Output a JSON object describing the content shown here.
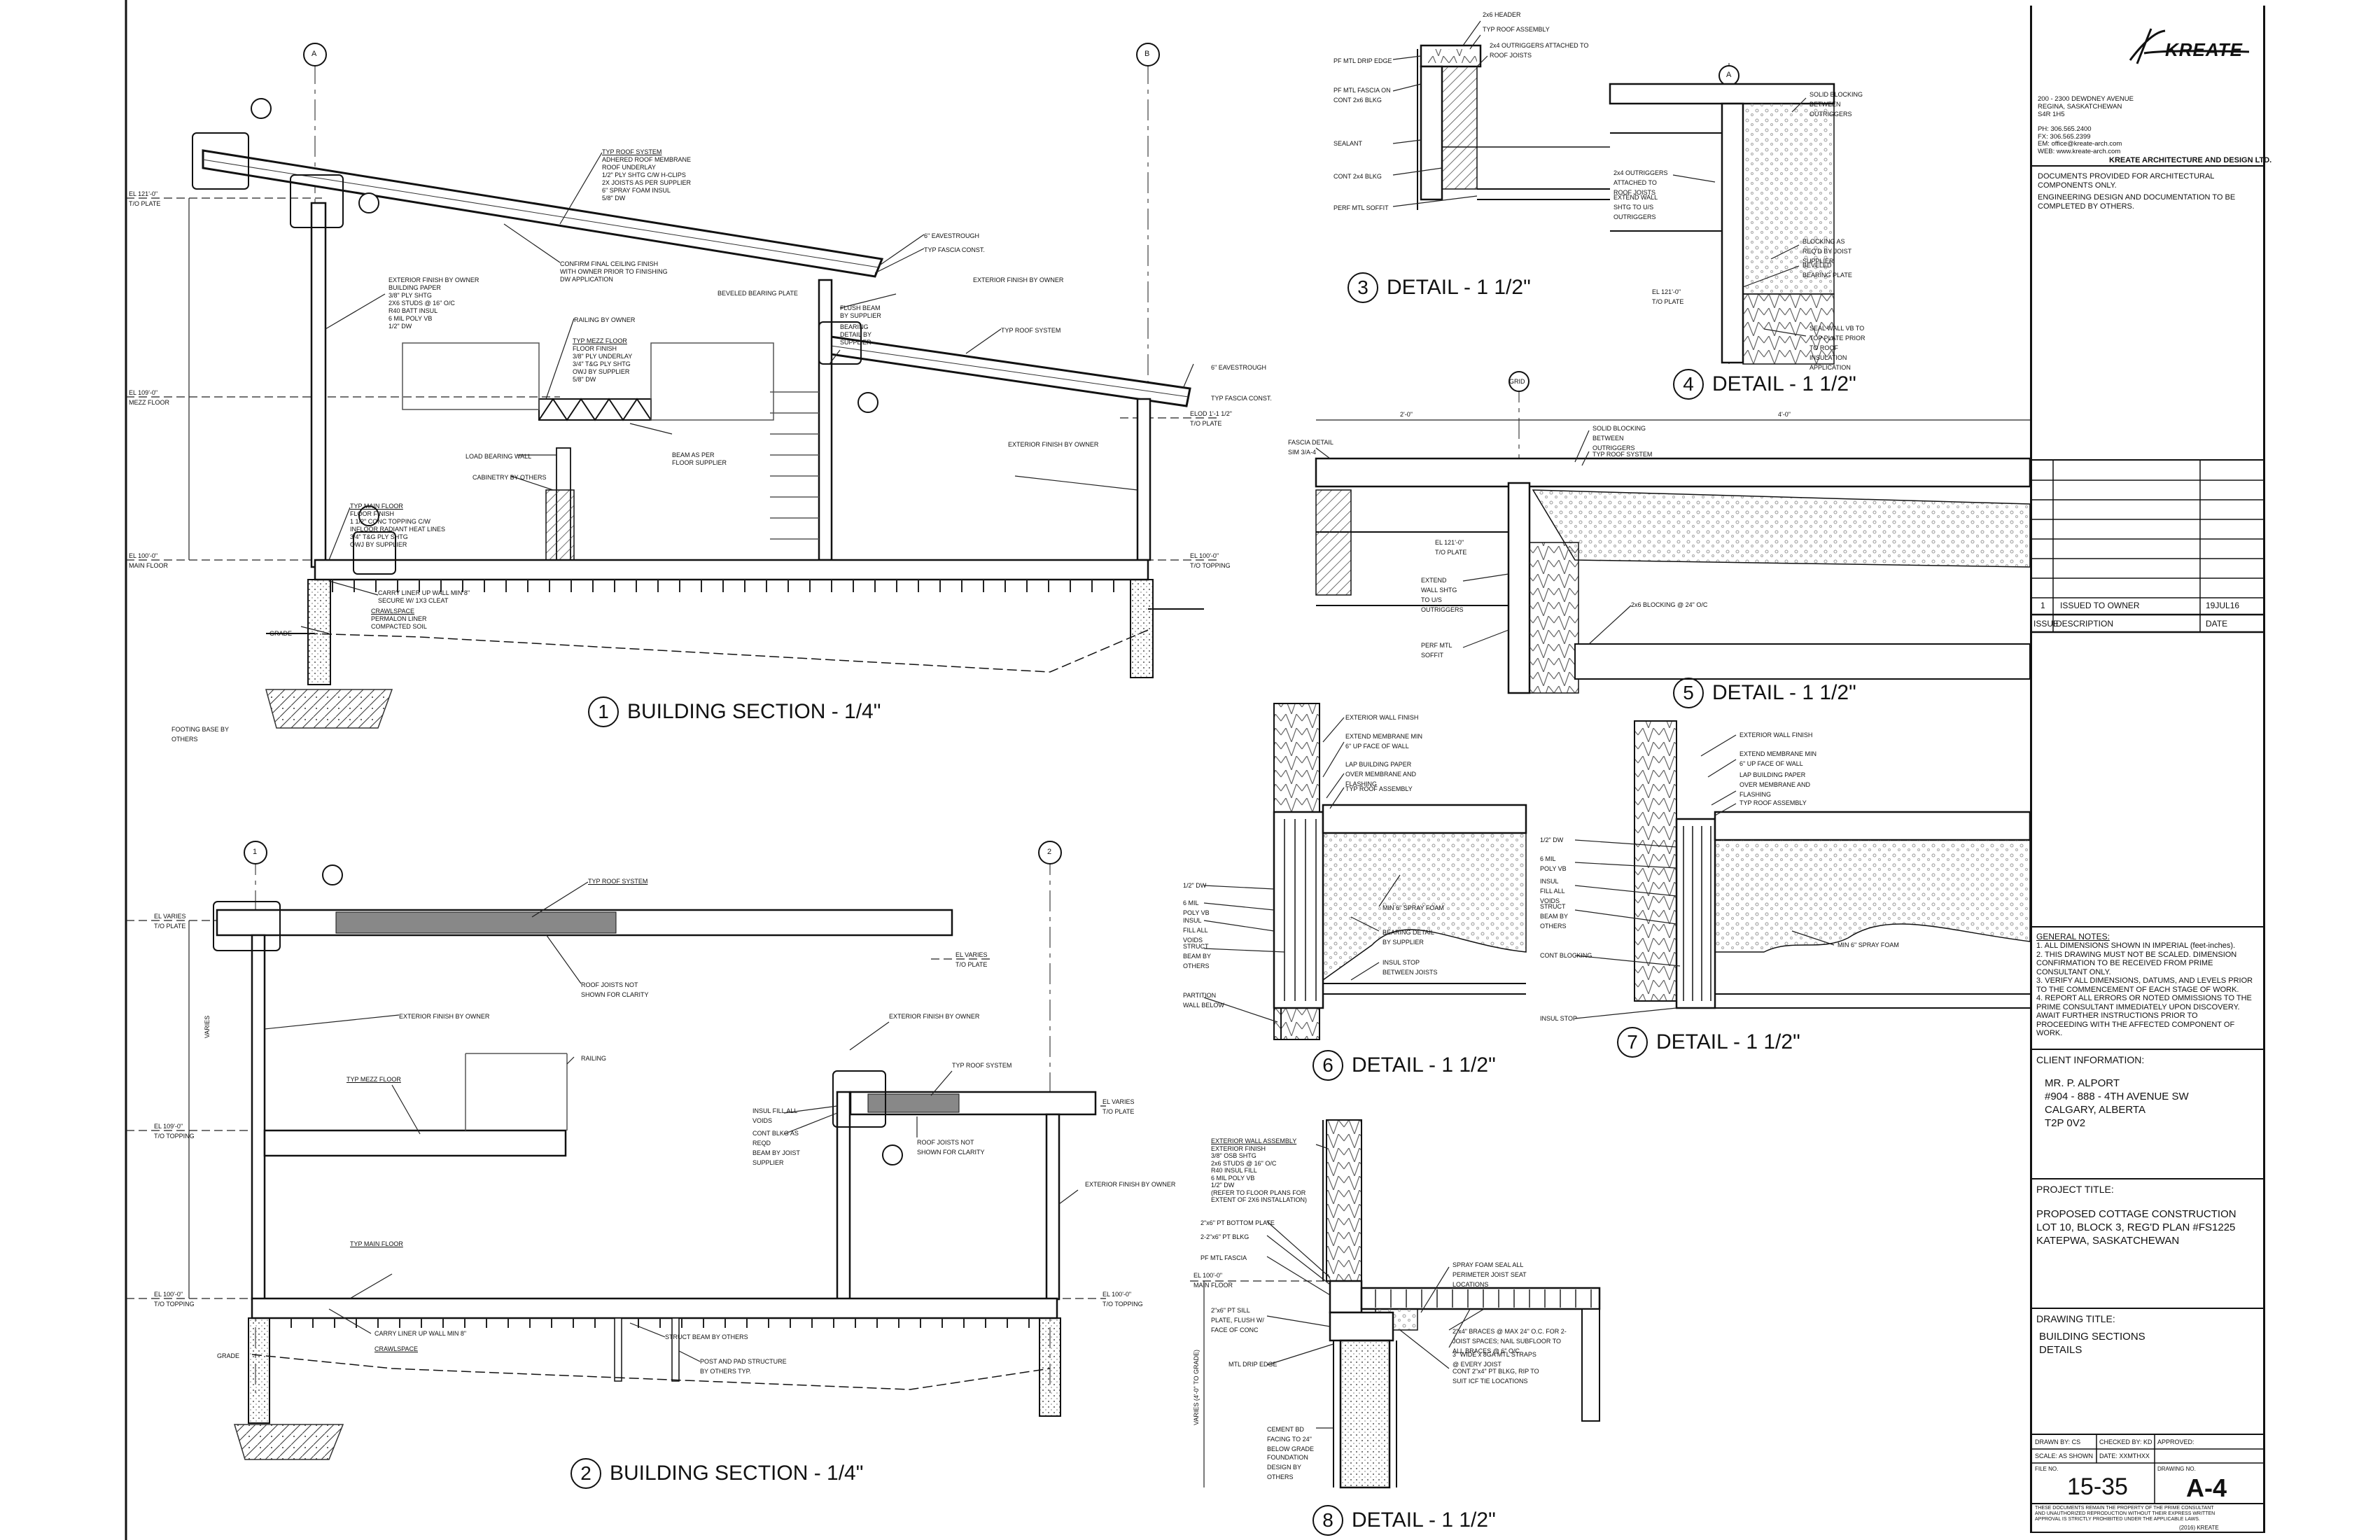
{
  "views": {
    "v1": {
      "num": "1",
      "title": "BUILDING SECTION - 1/4\""
    },
    "v2": {
      "num": "2",
      "title": "BUILDING SECTION - 1/4\""
    },
    "v3": {
      "num": "3",
      "title": "DETAIL - 1 1/2\""
    },
    "v4": {
      "num": "4",
      "title": "DETAIL - 1 1/2\""
    },
    "v5": {
      "num": "5",
      "title": "DETAIL - 1 1/2\""
    },
    "v6": {
      "num": "6",
      "title": "DETAIL - 1 1/2\""
    },
    "v7": {
      "num": "7",
      "title": "DETAIL - 1 1/2\""
    },
    "v8": {
      "num": "8",
      "title": "DETAIL - 1 1/2\""
    }
  },
  "grids": {
    "a": "A",
    "b": "B",
    "one": "1",
    "two": "2",
    "a_detail": "A",
    "grid": "GRID"
  },
  "section1": {
    "el_plate": "EL 121'-0\"",
    "el_plate_sub": "T/O PLATE",
    "el_mezz": "EL 109'-0\"",
    "el_mezz_sub": "MEZZ FLOOR",
    "el_main": "EL 100'-0\"",
    "el_main_sub": "MAIN FLOOR",
    "el_right_plate": "ELOD 1'-1 1/2\"",
    "el_right_plate_sub": "T/O PLATE",
    "el_right_main": "EL 100'-0\"",
    "el_right_main_sub": "T/O TOPPING",
    "roof_system": "TYP ROOF SYSTEM",
    "roof_system_notes": [
      "ADHERED ROOF MEMBRANE",
      "ROOF UNDERLAY",
      "1/2\" PLY SHTG C/W H-CLIPS",
      "2X JOISTS AS PER SUPPLIER",
      "6\" SPRAY FOAM INSUL",
      "5/8\" DW"
    ],
    "exterior_finish": "EXTERIOR FINISH BY OWNER",
    "exterior_finish_notes": [
      "BUILDING PAPER",
      "3/8\" PLY SHTG",
      "2X6 STUDS @ 16\" O/C",
      "R40 BATT INSUL",
      "6 MIL POLY VB",
      "1/2\" DW"
    ],
    "confirm_ceiling": "CONFIRM FINAL CEILING FINISH",
    "confirm_ceiling_notes": [
      "WITH OWNER PRIOR TO FINISHING",
      "DW APPLICATION"
    ],
    "railing": "RAILING BY OWNER",
    "mezz_floor": "TYP MEZZ FLOOR",
    "mezz_floor_notes": [
      "FLOOR FINISH",
      "3/8\" PLY UNDERLAY",
      "3/4\" T&G PLY SHTG",
      "OWJ BY SUPPLIER",
      "5/8\" DW"
    ],
    "load_bearing": "LOAD BEARING WALL",
    "cabinetry": "CABINETRY BY OTHERS",
    "beam": "BEAM AS PER",
    "beam_sub": "FLOOR SUPPLIER",
    "main_floor": "TYP MAIN FLOOR",
    "main_floor_notes": [
      "FLOOR FINISH",
      "1 1/2\" CONC TOPPING C/W",
      "INFLOOR RADIANT HEAT LINES",
      "3/4\" T&G PLY SHTG",
      "OWJ BY SUPPLIER"
    ],
    "eavestrough": "6\" EAVESTROUGH",
    "fascia": "TYP FASCIA CONST.",
    "beveled_plate": "BEVELED BEARING PLATE",
    "flush_beam": "FLUSH BEAM BY SUPPLIER",
    "bearing_detail": "BEARING DETAIL BY SUPPLIER",
    "typ_roof": "TYP ROOF SYSTEM",
    "carry_liner": "CARRY LINER UP WALL MIN 8\"",
    "carry_liner_sub": "SECURE W/ 1X3 CLEAT",
    "crawlspace": "CRAWLSPACE",
    "crawlspace_notes": [
      "PERMALON LINER",
      "COMPACTED SOIL"
    ],
    "grade": "GRADE",
    "footing": "FOOTING BASE BY OTHERS"
  },
  "section2": {
    "el_varies": "EL VARIES",
    "el_varies_sub": "T/O PLATE",
    "el_mezz": "EL 109'-0\"",
    "el_mezz_sub": "T/O TOPPING",
    "el_main": "EL 100'-0\"",
    "el_main_sub": "T/O TOPPING",
    "roof_system": "TYP ROOF SYSTEM",
    "roof_joists": "ROOF JOISTS NOT SHOWN FOR CLARITY",
    "exterior_finish": "EXTERIOR FINISH BY OWNER",
    "railing": "RAILING",
    "mezz_floor": "TYP MEZZ FLOOR",
    "insul_fill": "INSUL FILL ALL VOIDS",
    "cont_blkg": "CONT BLKG AS REQD",
    "beam_joist": "BEAM BY JOIST SUPPLIER",
    "main_floor": "TYP MAIN FLOOR",
    "carry_liner": "CARRY LINER UP WALL MIN 8\"",
    "crawlspace": "CRAWLSPACE",
    "struct_beam": "STRUCT BEAM BY OTHERS",
    "post": "POST AND PAD STRUCTURE BY OTHERS TYP.",
    "grade": "GRADE",
    "varies": "VARIES"
  },
  "detail3": {
    "header": "2x6 HEADER",
    "roof_assembly": "TYP ROOF ASSEMBLY",
    "outriggers": "2x4 OUTRIGGERS ATTACHED TO ROOF JOISTS",
    "drip": "PF MTL DRIP EDGE",
    "fascia": "PF MTL FASCIA ON CONT 2x6 BLKG",
    "sealant": "SEALANT",
    "flashing": "CONT 2x4 BLKG",
    "perf_soffit": "PERF MTL SOFFIT"
  },
  "detail4": {
    "solid_blocking": "SOLID BLOCKING BETWEEN OUTRIGGERS",
    "outriggers": "2x4 OUTRIGGERS ATTACHED TO ROOF JOISTS",
    "extend_wall": "EXTEND WALL SHTG TO U/S OUTRIGGERS",
    "blocking": "BLOCKING AS REQ'D BY JOIST SUPPLIER",
    "beveled": "BEVELED BEARING PLATE",
    "seal_wall": "SEAL WALL VB TO TOP PLATE PRIOR TO ROOF INSULATION APPLICATION",
    "el": "EL 121'-0\"",
    "el_sub": "T/O PLATE"
  },
  "detail5": {
    "dim_left": "2'-0\"",
    "dim_right": "4'-0\"",
    "fascia_detail": "FASCIA DETAIL SIM 3/A-4",
    "solid_blocking": "SOLID BLOCKING BETWEEN OUTRIGGERS",
    "roof_system": "TYP ROOF SYSTEM",
    "extend_wall": "EXTEND WALL SHTG TO U/S OUTRIGGERS",
    "blocking": "2x6 BLOCKING @ 24\" O/C",
    "perf_soffit": "PERF MTL SOFFIT",
    "el": "EL 121'-0\"",
    "el_sub": "T/O PLATE"
  },
  "detail6": {
    "wall_finish": "EXTERIOR WALL FINISH",
    "membrane": "EXTEND MEMBRANE MIN 6\" UP FACE OF WALL",
    "lap_paper": "LAP BUILDING PAPER OVER MEMBRANE AND FLASHING",
    "roof_assembly": "TYP ROOF ASSEMBLY",
    "dw": "1/2\" DW",
    "poly": "6 MIL POLY VB",
    "insul_fill": "INSUL FILL ALL VOIDS",
    "struct_beam": "STRUCT BEAM BY OTHERS",
    "partition": "PARTITION WALL BELOW",
    "spray_foam": "MIN 6\" SPRAY FOAM",
    "bearing": "BEARING DETAIL BY SUPPLIER",
    "insul_stop": "INSUL STOP BETWEEN JOISTS"
  },
  "detail7": {
    "wall_finish": "EXTERIOR WALL FINISH",
    "membrane": "EXTEND MEMBRANE MIN 6\" UP FACE OF WALL",
    "lap_paper": "LAP BUILDING PAPER OVER MEMBRANE AND FLASHING",
    "roof_assembly": "TYP ROOF ASSEMBLY",
    "dw": "1/2\" DW",
    "poly": "6 MIL POLY VB",
    "insul_fill": "INSUL FILL ALL VOIDS",
    "struct_beam": "STRUCT BEAM BY OTHERS",
    "cont_blocking": "CONT BLOCKING",
    "insul_stop": "INSUL STOP",
    "spray_foam": "MIN 6\" SPRAY FOAM"
  },
  "detail8": {
    "wall_assembly": "EXTERIOR WALL ASSEMBLY",
    "wall_assembly_notes": [
      "EXTERIOR FINISH",
      "3/8\" OSB SHTG",
      "2x6 STUDS @ 16\" O/C",
      "R40 INSUL FILL",
      "6 MIL POLY VB",
      "1/2\" DW",
      "(REFER TO FLOOR PLANS FOR EXTENT OF 2X6 INSTALLATION)"
    ],
    "bottom_plate": "2\"x6\" PT BOTTOM PLATE",
    "pt_blkg": "2-2\"x6\" PT BLKG",
    "mtl_fascia": "PF MTL FASCIA",
    "el_main": "EL 100'-0\"",
    "el_main_sub": "MAIN FLOOR",
    "sill_plate": "2\"x6\" PT SILL PLATE, FLUSH W/ FACE OF CONC",
    "drip_edge": "MTL DRIP EDGE",
    "spray_foam": "SPRAY FOAM SEAL ALL PERIMETER JOIST SEAT LOCATIONS",
    "braces": "2\"x4\" BRACES @ MAX 24\" O.C. FOR 2-JOIST SPACES; NAIL SUBFLOOR TO ALL BRACES @ 6\" O/C",
    "straps": "3\" WIDE x 8GA MTL STRAPS @ EVERY JOIST",
    "cont_blkg": "CONT 2\"x4\" PT BLKG, RIP TO SUIT ICF TIE LOCATIONS",
    "cement_board": "CEMENT BD FACING TO 24\" BELOW GRADE",
    "foundation": "FOUNDATION DESIGN BY OTHERS",
    "varies": "VARIES (4'-0\" TO GRADE)"
  },
  "title_block": {
    "logo": "KREATE",
    "address_lines": [
      "200 - 2300 DEWDNEY AVENUE",
      "REGINA, SASKATCHEWAN",
      "S4R 1H5"
    ],
    "ph": "PH:   306.565.2400",
    "fx": "FX:   306.565.2399",
    "em": "EM:   office@kreate-arch.com",
    "web": "WEB: www.kreate-arch.com",
    "firm": "KREATE ARCHITECTURE AND DESIGN LTD.",
    "note1": "DOCUMENTS PROVIDED FOR ARCHITECTURAL COMPONENTS ONLY.",
    "note2": "ENGINEERING DESIGN AND DOCUMENTATION TO BE COMPLETED BY OTHERS.",
    "issue_row": {
      "num": "1",
      "desc": "ISSUED TO OWNER",
      "date": "19JUL16"
    },
    "issue_headers": {
      "issue": "ISSUE",
      "desc": "DESCRIPTION",
      "date": "DATE"
    },
    "general_notes_title": "GENERAL NOTES:",
    "general_notes": [
      "1.  ALL DIMENSIONS SHOWN IN IMPERIAL (feet-inches).",
      "2.  THIS DRAWING MUST NOT BE SCALED. DIMENSION",
      "     CONFIRMATION TO BE RECEIVED FROM PRIME",
      "     CONSULTANT ONLY.",
      "3.  VERIFY ALL DIMENSIONS, DATUMS, AND LEVELS PRIOR",
      "     TO THE COMMENCEMENT OF EACH STAGE OF WORK.",
      "4.  REPORT ALL ERRORS OR NOTED OMMISSIONS TO THE",
      "     PRIME CONSULTANT IMMEDIATELY UPON DISCOVERY.",
      "     AWAIT FURTHER INSTRUCTIONS PRIOR TO",
      "     PROCEEDING WITH THE AFFECTED COMPONENT OF",
      "     WORK."
    ],
    "client_title": "CLIENT INFORMATION:",
    "client_lines": [
      "MR. P. ALPORT",
      "#904 - 888 - 4TH AVENUE SW",
      "CALGARY, ALBERTA",
      "T2P 0V2"
    ],
    "project_title_label": "PROJECT TITLE:",
    "project_lines": [
      "PROPOSED COTTAGE CONSTRUCTION",
      "LOT 10, BLOCK 3, REG'D PLAN #FS1225",
      "KATEPWA, SASKATCHEWAN"
    ],
    "drawing_title_label": "DRAWING TITLE:",
    "drawing_lines": [
      "BUILDING SECTIONS",
      "DETAILS"
    ],
    "drawn_by": "DRAWN BY:  CS",
    "checked_by": "CHECKED BY:  KD",
    "approved": "APPROVED:",
    "scale": "SCALE:  AS SHOWN",
    "date": "DATE:  XXMTHXX",
    "file_label": "FILE NO.",
    "drawing_label": "DRAWING NO.",
    "file_no": "15-35",
    "drawing_no": "A-4",
    "copyright_lines": [
      "THESE DOCUMENTS REMAIN THE PROPERTY OF THE PRIME CONSULTANT",
      "AND UNAUTHORIZED REPRODUCTION WITHOUT THEIR EXPRESS WRITTEN",
      "APPROVAL IS STRICTLY PROHIBITED UNDER THE APPLICABLE LAWS."
    ],
    "copyright": "(2016) KREATE"
  }
}
